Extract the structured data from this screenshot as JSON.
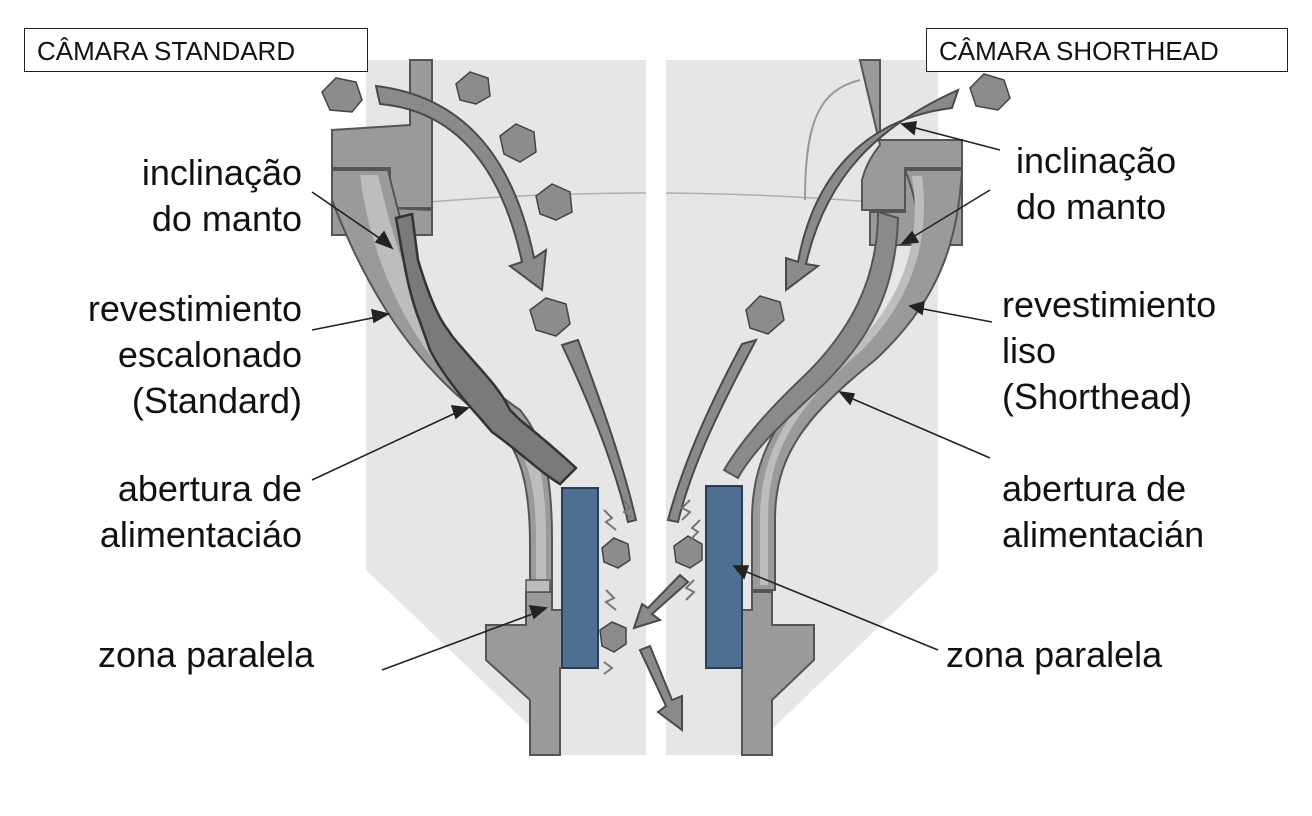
{
  "titles": {
    "left": "CÂMARA STANDARD",
    "right": "CÂMARA SHORTHEAD"
  },
  "left_labels": {
    "inclinacao": [
      "inclinação",
      "do manto"
    ],
    "revestimiento": [
      "revestimiento",
      "escalonado",
      "(Standard)"
    ],
    "abertura": [
      "abertura de",
      "alimentaciáo"
    ],
    "zona": "zona paralela"
  },
  "right_labels": {
    "inclinacao": [
      "inclinação",
      "do manto"
    ],
    "revestimiento": [
      "revestimiento",
      "liso",
      "(Shorthead)"
    ],
    "abertura": [
      "abertura de",
      "alimentacián"
    ],
    "zona": "zona paralela"
  },
  "colors": {
    "housing": "#e6e6e6",
    "steel": "#9a9a9a",
    "steel_dark": "#555555",
    "mantle": "#4f6f92",
    "arrow": "#8a8a8a",
    "rock": "#8c8c8c"
  }
}
